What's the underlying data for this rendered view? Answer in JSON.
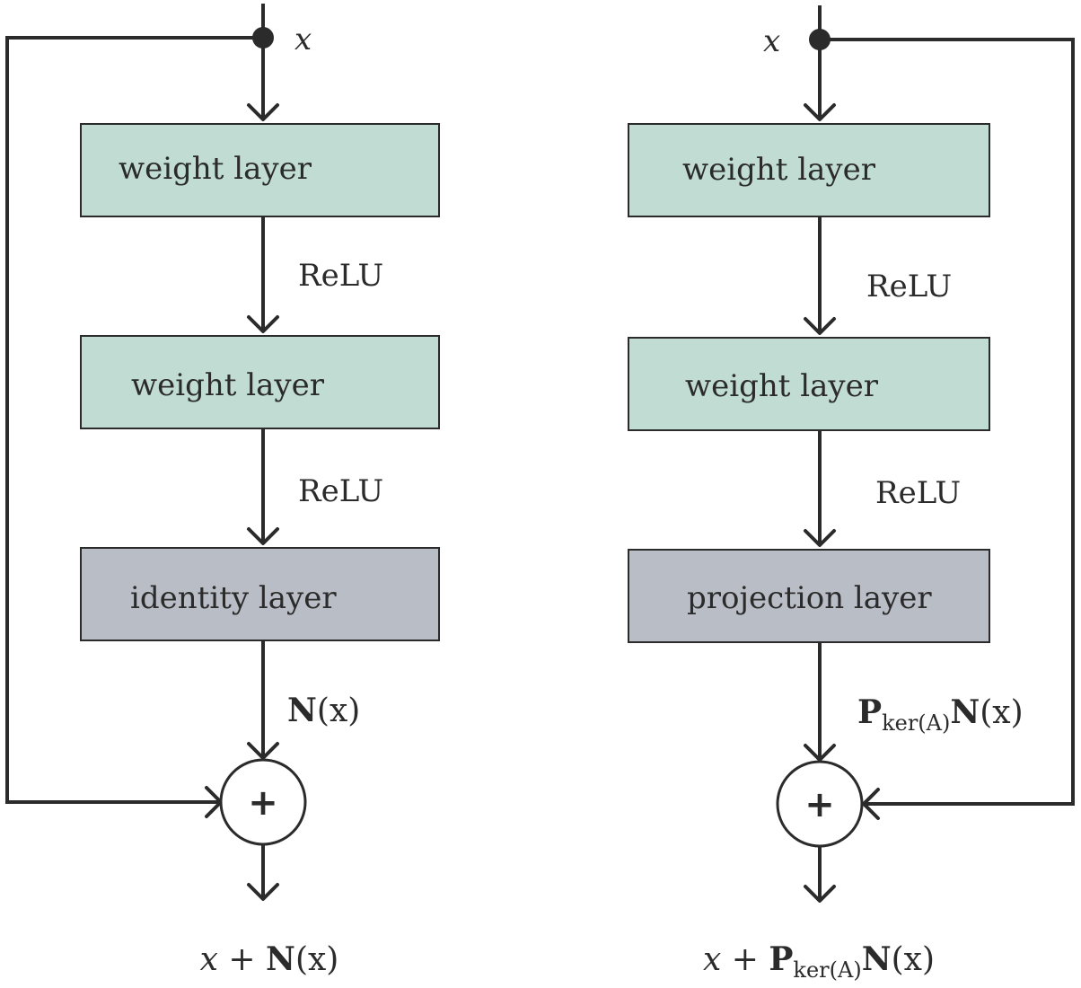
{
  "colors": {
    "weight_layer_fill": "#c0dcd3",
    "gray_layer_fill": "#b9bdc6",
    "stroke": "#2b2b2b",
    "background": "#ffffff"
  },
  "left": {
    "input": "x",
    "box1": "weight layer",
    "act1": "ReLU",
    "box2": "weight layer",
    "act2": "ReLU",
    "box3": "identity layer",
    "branch_main": "N",
    "branch_arg": "(x)",
    "plus": "+",
    "out_x": "x",
    "out_plus": " + ",
    "out_N": "N",
    "out_arg": "(x)"
  },
  "right": {
    "input": "x",
    "box1": "weight layer",
    "act1": "ReLU",
    "box2": "weight layer",
    "act2": "ReLU",
    "box3": "projection layer",
    "branch_P": "P",
    "branch_sub": "ker(A)",
    "branch_N": "N",
    "branch_arg": "(x)",
    "plus": "+",
    "out_x": "x",
    "out_plus": " + ",
    "out_P": "P",
    "out_sub": "ker(A)",
    "out_N": "N",
    "out_arg": "(x)"
  }
}
